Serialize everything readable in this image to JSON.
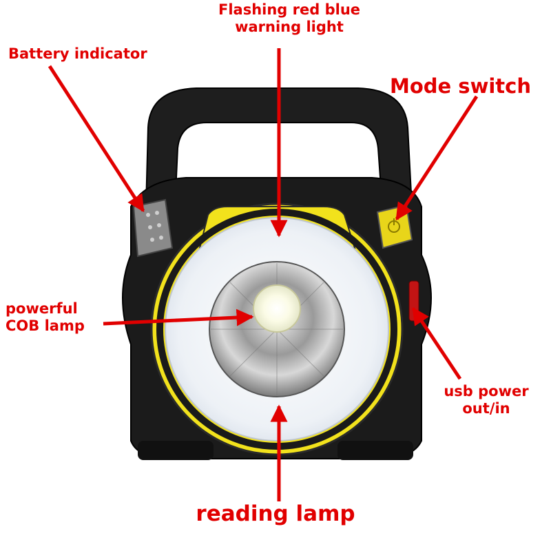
{
  "colors": {
    "annotation": "#e10000",
    "body": "#1b1b1b",
    "trim": "#f2e21c",
    "button": "#e8d51a",
    "panel": "#7a7a7a",
    "lens": "#eef2f6",
    "cob": "#fdfde0"
  },
  "labels": {
    "warning_line1": "Flashing red blue",
    "warning_line2": "warning light",
    "battery": "Battery indicator",
    "mode": "Mode switch",
    "cob_line1": "powerful",
    "cob_line2": "COB lamp",
    "usb_line1": "usb power",
    "usb_line2": "out/in",
    "reading": "reading lamp"
  },
  "icons": {
    "power": "power-icon"
  }
}
